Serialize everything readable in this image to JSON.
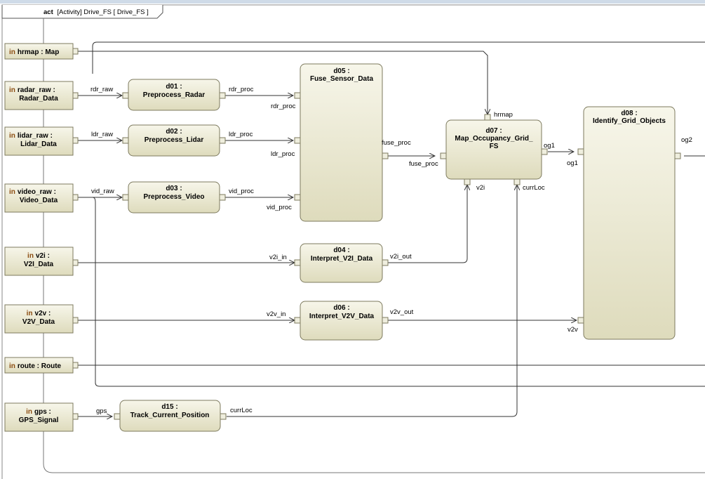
{
  "frame": {
    "kind": "act",
    "title": "[Activity] Drive_FS [ Drive_FS ]"
  },
  "colors": {
    "node_fill_top": "#f7f6ea",
    "node_fill_bottom": "#dedbbc",
    "border": "#7d7a5e",
    "line": "#333333",
    "keyword": "#8a4b0f",
    "window_top": "#cfdbe8"
  },
  "params": {
    "hrmap": {
      "kw": "in",
      "name": "hrmap : Map"
    },
    "radar": {
      "kw": "in",
      "name1": "radar_raw :",
      "name2": "Radar_Data"
    },
    "lidar": {
      "kw": "in",
      "name1": "lidar_raw :",
      "name2": "Lidar_Data"
    },
    "video": {
      "kw": "in",
      "name1": "video_raw :",
      "name2": "Video_Data"
    },
    "v2i": {
      "kw": "in",
      "name1": "v2i :",
      "name2": "V2I_Data"
    },
    "v2v": {
      "kw": "in",
      "name1": "v2v :",
      "name2": "V2V_Data"
    },
    "route": {
      "kw": "in",
      "name": "route : Route"
    },
    "gps": {
      "kw": "in",
      "name1": "gps :",
      "name2": "GPS_Signal"
    }
  },
  "actions": {
    "d01": {
      "id": "d01 :",
      "name": "Preprocess_Radar"
    },
    "d02": {
      "id": "d02 :",
      "name": "Preprocess_Lidar"
    },
    "d03": {
      "id": "d03 :",
      "name": "Preprocess_Video"
    },
    "d04": {
      "id": "d04 :",
      "name": "Interpret_V2I_Data"
    },
    "d05": {
      "id": "d05 :",
      "name": "Fuse_Sensor_Data"
    },
    "d06": {
      "id": "d06 :",
      "name": "Interpret_V2V_Data"
    },
    "d07": {
      "id": "d07 :",
      "name1": "Map_Occupancy_Grid_",
      "name2": "FS"
    },
    "d08": {
      "id": "d08 :",
      "name": "Identify_Grid_Objects"
    },
    "d15": {
      "id": "d15 :",
      "name": "Track_Current_Position"
    }
  },
  "pins": {
    "rdr_raw": "rdr_raw",
    "rdr_proc_out": "rdr_proc",
    "rdr_proc_in": "rdr_proc",
    "ldr_raw": "ldr_raw",
    "ldr_proc_out": "ldr_proc",
    "ldr_proc_in": "ldr_proc",
    "vid_raw": "vid_raw",
    "vid_proc_out": "vid_proc",
    "vid_proc_in": "vid_proc",
    "fuse_proc_out": "fuse_proc",
    "fuse_proc_in": "fuse_proc",
    "hrmap": "hrmap",
    "og1_out": "og1",
    "og1_in": "og1",
    "v2i_in": "v2i_in",
    "v2i_out": "v2i_out",
    "v2i": "v2i",
    "v2v_in": "v2v_in",
    "v2v_out": "v2v_out",
    "v2v": "v2v",
    "currLoc": "currLoc",
    "currLoc_out": "currLoc",
    "og2": "og2",
    "gps": "gps"
  }
}
